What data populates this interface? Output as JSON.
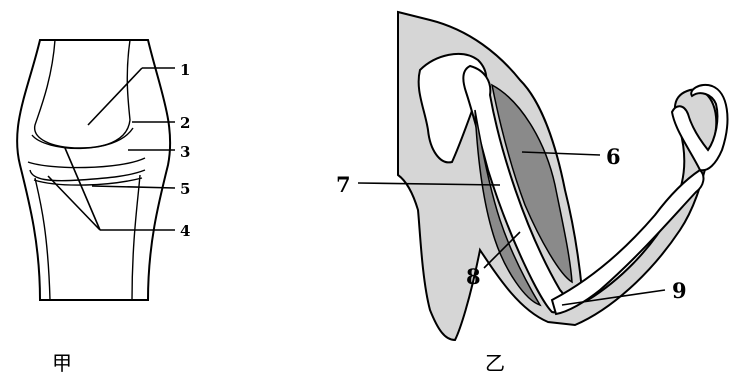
{
  "figure_jia": {
    "caption": "甲",
    "labels": [
      "1",
      "2",
      "3",
      "4",
      "5"
    ]
  },
  "figure_yi": {
    "caption": "乙",
    "labels": [
      "6",
      "7",
      "8",
      "9"
    ]
  },
  "colors": {
    "body_fill": "#d6d6d6",
    "muscle": "#8a8a8a",
    "line": "#000000",
    "bone": "#ffffff"
  }
}
